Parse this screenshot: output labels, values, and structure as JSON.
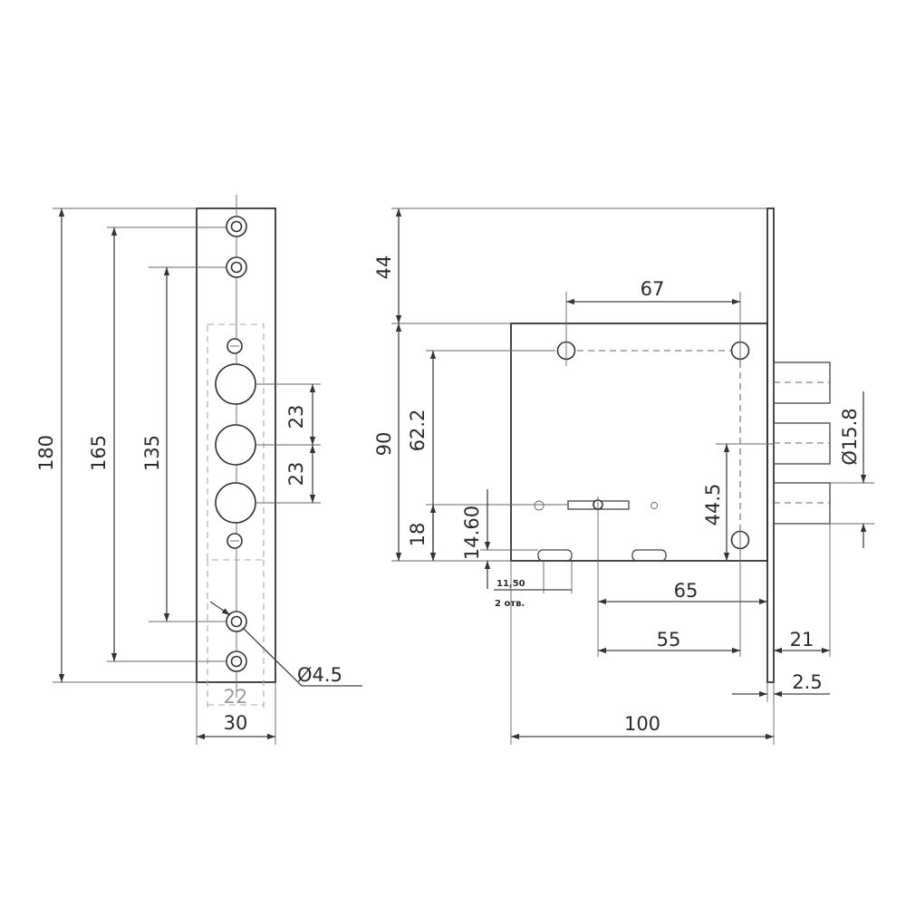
{
  "front_view": {
    "dims": {
      "height_total": "180",
      "hole_span_outer": "165",
      "hole_span_inner": "135",
      "bolt_pitch_1": "23",
      "bolt_pitch_2": "23",
      "hole_diameter": "Ø4.5",
      "inner_width": "22",
      "faceplate_width": "30"
    }
  },
  "side_view": {
    "dims": {
      "top_offset": "44",
      "screw_spacing": "67",
      "body_height": "90",
      "upper_hole_height": "62.2",
      "key_height": "18",
      "cylinder_offset": "14.60",
      "lower_hole_height": "44.5",
      "bolt_diameter": "Ø15.8",
      "slot_width": "11,50",
      "slot_count": "2 отв.",
      "key_to_face": "65",
      "key_to_hole": "55",
      "bolt_throw": "21",
      "plate_thickness": "2.5",
      "body_depth": "100"
    }
  }
}
